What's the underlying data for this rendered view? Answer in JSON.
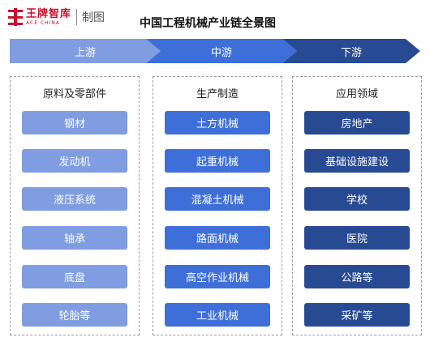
{
  "brand": {
    "name_cn": "王牌智库",
    "name_en": "ACE CHINA",
    "tag": "制图"
  },
  "title": "中国工程机械产业链全景图",
  "stages": [
    {
      "label": "上游",
      "color": "#7f9de0"
    },
    {
      "label": "中游",
      "color": "#3e6fd8"
    },
    {
      "label": "下游",
      "color": "#284a92"
    }
  ],
  "columns": [
    {
      "title": "原料及零部件",
      "items": [
        "钢材",
        "发动机",
        "液压系统",
        "轴承",
        "底盘",
        "轮胎等"
      ]
    },
    {
      "title": "生产制造",
      "items": [
        "土方机械",
        "起重机械",
        "混凝土机械",
        "路面机械",
        "高空作业机械",
        "工业机械"
      ]
    },
    {
      "title": "应用领域",
      "items": [
        "房地产",
        "基础设施建设",
        "学校",
        "医院",
        "公路等",
        "采矿等"
      ]
    }
  ]
}
